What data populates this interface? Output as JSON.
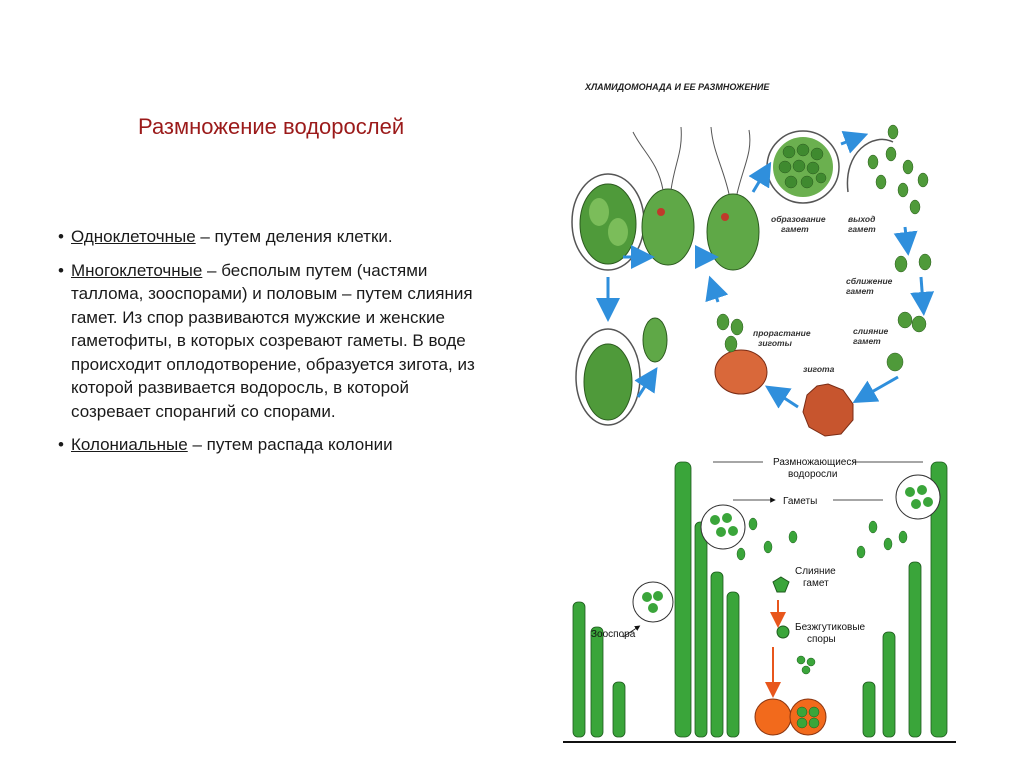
{
  "slide": {
    "title": "Размножение водорослей",
    "bullets": [
      {
        "term": "Одноклеточные",
        "text": "  – путем деления клетки."
      },
      {
        "term": "Многоклеточные",
        "text": " –  бесполым путем (частями таллома, зооспорами) и  половым – путем слияния гамет.  Из  спор развиваются мужские и женские гаметофиты, в которых созревают гаметы. В воде происходит оплодотворение, образуется зигота, из которой  развивается водоросль, в которой созревает  спорангий со спорами."
      },
      {
        "term": "Колониальные",
        "text": " – путем распада колонии"
      }
    ]
  },
  "figure1": {
    "caption": "ХЛАМИДОМОНАДА И ЕЕ РАЗМНОЖЕНИЕ",
    "labels": {
      "gamete_formation_1": "образование",
      "gamete_formation_2": "гамет",
      "gamete_exit_1": "выход",
      "gamete_exit_2": "гамет",
      "gamete_approach_1": "сближение",
      "gamete_approach_2": "гамет",
      "gamete_fusion_1": "слияние",
      "gamete_fusion_2": "гамет",
      "zygote": "зигота",
      "zygote_germination_1": "прорастание",
      "zygote_germination_2": "зиготы"
    },
    "colors": {
      "cell": "#4f9a3a",
      "arrow": "#2f8fdc",
      "zygote": "#c7552e"
    }
  },
  "figure2": {
    "labels": {
      "reproducing_1": "Размножающиеся",
      "reproducing_2": "водоросли",
      "gametes": "Гаметы",
      "fusion_1": "Слияние",
      "fusion_2": "гамет",
      "zoospore": "Зооспора",
      "spores_1": "Безжгутиковые",
      "spores_2": "споры"
    },
    "colors": {
      "filament": "#3aa53a",
      "arrow": "#e8561c",
      "sporangium": "#f26a1c"
    }
  }
}
